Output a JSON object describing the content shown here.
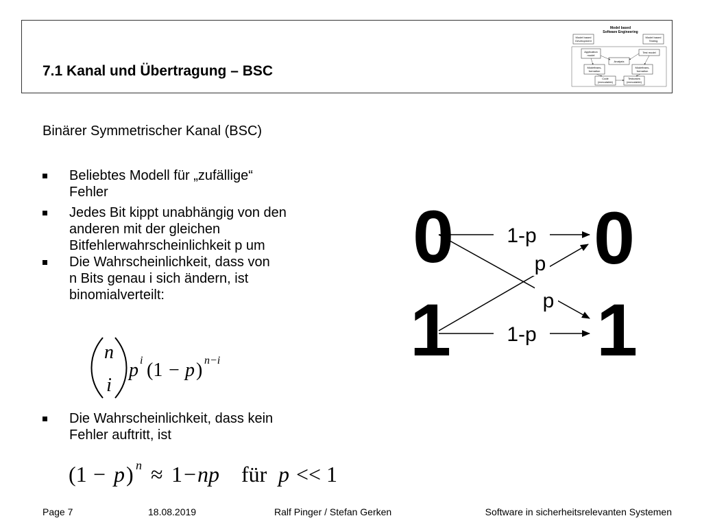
{
  "header": {
    "title": "7.1 Kanal und Übertragung – BSC",
    "logo_diagram": {
      "heading_line1": "Model based",
      "heading_line2": "Software Engineering",
      "left_top_line1": "Model based",
      "left_top_line2": "Development",
      "right_top_line1": "Model based",
      "right_top_line2": "Testing",
      "app_model_line1": "Application",
      "app_model_line2": "model",
      "test_model": "Test model",
      "analysis": "Analysis",
      "model_trans_left_line1": "Modeltrans-",
      "model_trans_left_line2": "formation",
      "model_trans_right_line1": "Modeltrans-",
      "model_trans_right_line2": "formation",
      "code_line1": "Code",
      "code_line2": "(executable)",
      "testcases_line1": "Testcases",
      "testcases_line2": "(executable)"
    }
  },
  "content": {
    "subtitle": "Binärer Symmetrischer Kanal (BSC)",
    "bullet1_line1": "Beliebtes Modell für „zufällige“",
    "bullet1_line2": "Fehler",
    "bullet2_line1": "Jedes Bit kippt unabhängig von den",
    "bullet2_line2": "anderen mit der gleichen",
    "bullet2_line3": "Bitfehlerwahrscheinlichkeit p um",
    "bullet3_line1": "Die Wahrscheinlichkeit, dass von",
    "bullet3_line2": "n Bits genau i sich ändern, ist",
    "bullet3_line3": "binomialverteilt:",
    "bullet4_line1": "Die Wahrscheinlichkeit, dass kein",
    "bullet4_line2": "Fehler auftritt, ist"
  },
  "formula1": {
    "binom_top": "n",
    "binom_bottom": "i",
    "p": "p",
    "exp_i": "i",
    "open_paren": "(1",
    "minus": "−",
    "p2": "p",
    "close_paren": ")",
    "exp_ni": "n−i"
  },
  "formula2": {
    "left": "(1",
    "minus": "−",
    "p": "p",
    "close": ")",
    "exp_n": "n",
    "approx": "≈",
    "one": "1",
    "minus2": "−",
    "np": "np",
    "fuer": "für",
    "p_cond": "p",
    "ll": "<<",
    "one_cond": "1"
  },
  "channel_diagram": {
    "input_zero": "0",
    "input_one": "1",
    "output_zero": "0",
    "output_one": "1",
    "label_top": "1-p",
    "label_cross_up": "p",
    "label_cross_down": "p",
    "label_bottom": "1-p"
  },
  "footer": {
    "page": "Page 7",
    "date": "18.08.2019",
    "authors": "Ralf Pinger / Stefan Gerken",
    "course": "Software in sicherheitsrelevanten Systemen"
  }
}
